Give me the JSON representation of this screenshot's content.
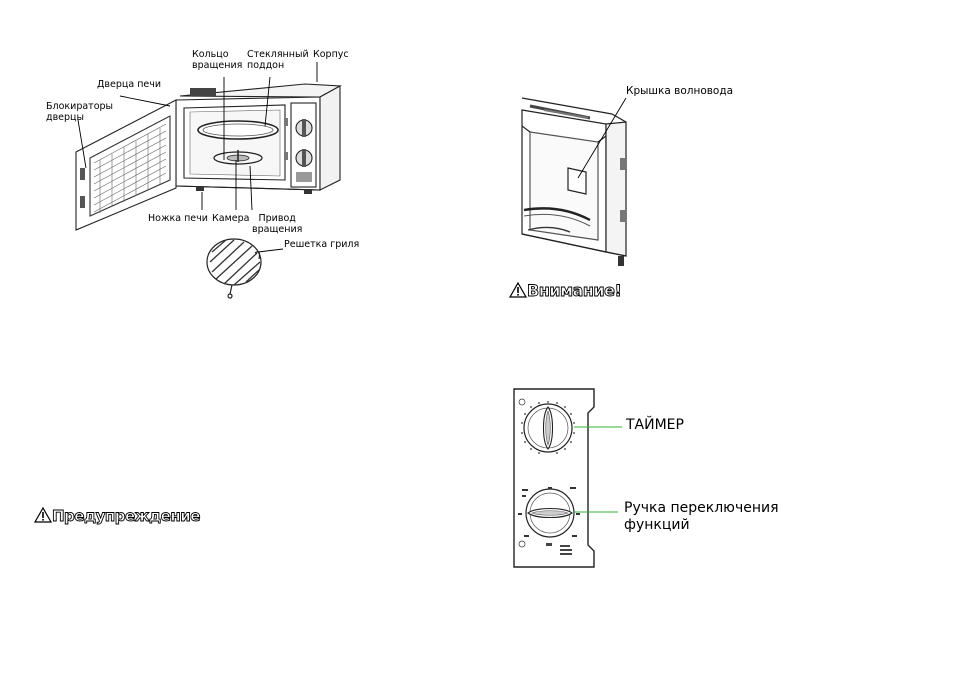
{
  "oven_labels": {
    "ring": "Кольцо\nвращения",
    "glass_tray": "Стеклянный\nподдон",
    "body": "Корпус",
    "door": "Дверца печи",
    "door_locks": "Блокираторы\nдверцы",
    "foot": "Ножка печи",
    "chamber": "Камера",
    "drive": "Привод\nвращения",
    "grill_rack": "Решетка гриля"
  },
  "waveguide_label": "Крышка волновода",
  "attention_heading": "Внимание!",
  "warning_heading": "Предупреждение",
  "panel": {
    "timer_label": "ТАЙМЕР",
    "function_knob_label": "Ручка переключения\nфункций"
  }
}
